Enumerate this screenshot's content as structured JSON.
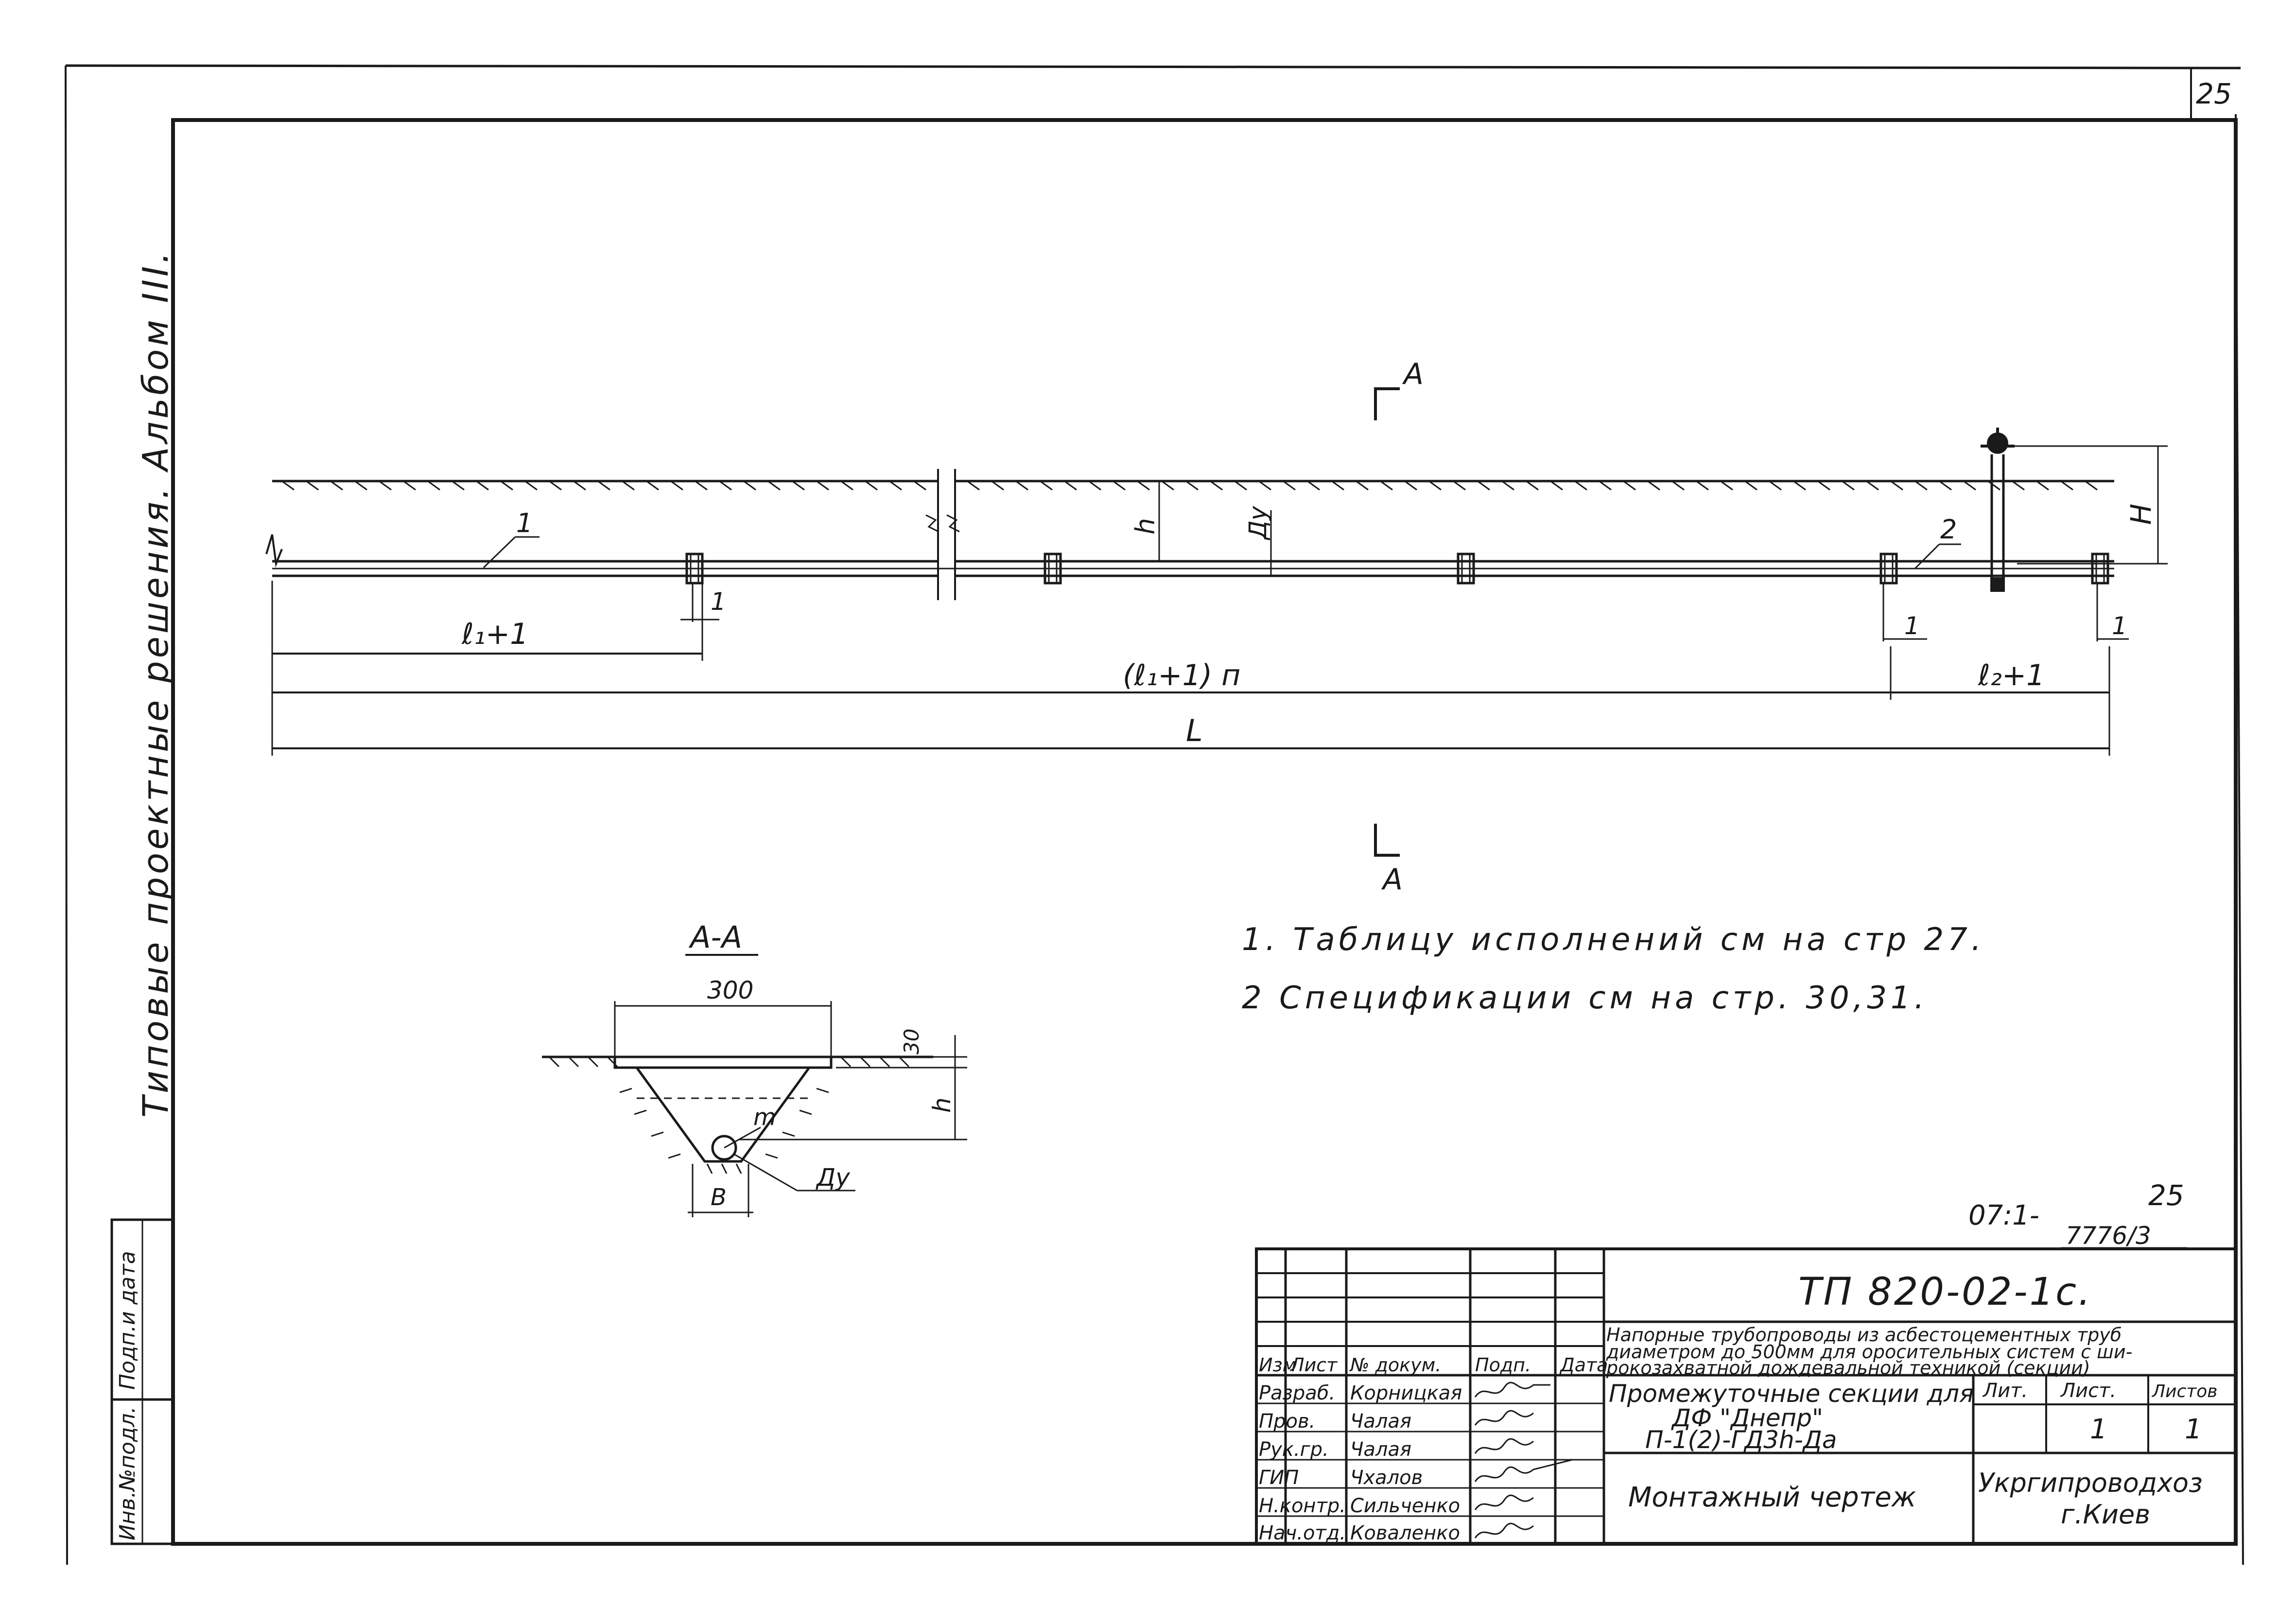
{
  "page_number": "25",
  "side_title": "Типовые проектные решения. Альбом III.",
  "left_stamp": {
    "inv_label": "Инв.№подл.",
    "sign_label": "Подп.и дата"
  },
  "plan": {
    "section_mark_top": "А",
    "section_mark_bottom": "А",
    "label_l1": "ℓ₁+1",
    "label_l1n": "(ℓ₁+1) п",
    "label_l2": "ℓ₂+1",
    "label_L": "L",
    "label_h": "h",
    "label_du": "Ду",
    "label_H": "H",
    "callout_1": "1",
    "callout_2": "2",
    "dim_1a": "1",
    "dim_1b": "1",
    "dim_1c": "1"
  },
  "section": {
    "title": "А-А",
    "width_300": "300",
    "depth_30": "30",
    "label_h": "h",
    "label_m": "m",
    "label_du": "Ду",
    "label_b": "В"
  },
  "notes": [
    "1. Таблицу исполнений см на стр 27.",
    "2 Спецификации см на стр. 30,31."
  ],
  "archive": {
    "code": "07:1-",
    "page": "25",
    "number": "7776/3"
  },
  "title_block": {
    "doc_code": "ТП 820-02-1с.",
    "desc_line1": "Напорные трубопроводы из асбестоцементных труб",
    "desc_line2": "диаметром до 500мм для оросительных систем с ши-",
    "desc_line3": "рокозахватной дождевальной техникой (секции)",
    "headers": [
      "Изм",
      "Лист",
      "№ докум.",
      "Подп.",
      "Дата"
    ],
    "people": [
      {
        "role": "Разраб.",
        "name": "Корницкая"
      },
      {
        "role": "Пров.",
        "name": "Чалая"
      },
      {
        "role": "Рук.гр.",
        "name": "Чалая"
      },
      {
        "role": "ГИП",
        "name": "Чхалов"
      },
      {
        "role": "Н.контр.",
        "name": "Сильченко"
      },
      {
        "role": "Нач.отд.",
        "name": "Коваленко"
      }
    ],
    "name_line1": "Промежуточные секции для",
    "name_line2": "ДФ \"Днепр\"",
    "name_line3": "П-1(2)-ГД3h-Дa",
    "lit_label": "Лит.",
    "sheet_label": "Лист.",
    "sheets_label": "Листов",
    "sheet_value": "1",
    "sheets_value": "1",
    "drawing_type": "Монтажный чертеж",
    "org_line1": "Укргипроводхоз",
    "org_line2": "г.Киев"
  }
}
